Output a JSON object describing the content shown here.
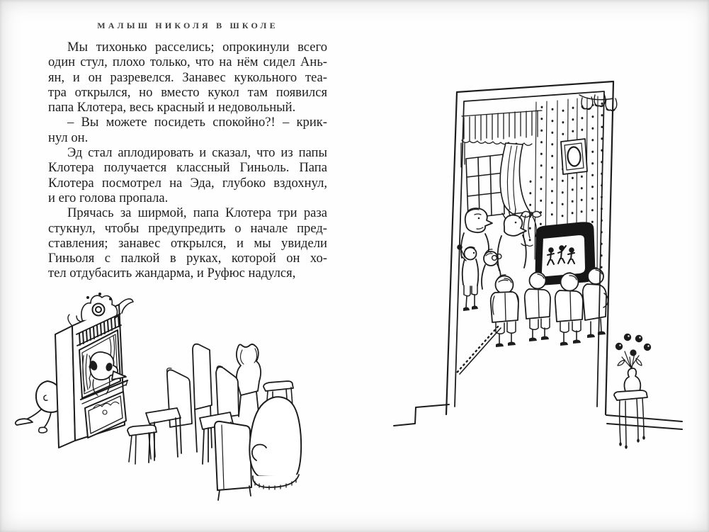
{
  "page": {
    "running_head": "МАЛЫШ НИКОЛЯ В ШКОЛЕ",
    "paragraphs": [
      {
        "lines": [
          "Мы тихонько расселись; опрокинули всего",
          "один стул, плохо только, что на нём сидел Ань-",
          "ян, и он разревелся. Занавес кукольного теа-",
          "тра открылся, но вместо кукол там появился",
          "папа Клотера, весь красный и недовольный."
        ]
      },
      {
        "lines": [
          "– Вы можете посидеть спокойно?! – крик-",
          "нул он."
        ]
      },
      {
        "lines": [
          "Эд стал аплодировать и сказал, что из папы",
          "Клотера получается классный Гиньоль. Папа",
          "Клотера посмотрел на Эда, глубоко вздохнул,",
          "и его голова пропала."
        ]
      },
      {
        "lines": [
          "Прячась за ширмой, папа Клотера три раза",
          "стукнул, чтобы предупредить о начале пред-",
          "ставления; занавес открылся, и мы увидели",
          "Гиньоля с палкой в руках, которой он хо-",
          "тел отдубасить жандарма, и Руфюс надулся,"
        ]
      }
    ]
  },
  "illustrations": {
    "left": "puppet-theater-with-empty-chairs",
    "right": "children-watching-tv-through-doorway"
  },
  "colors": {
    "paper": "#fefefe",
    "ink": "#1d1d1d"
  }
}
